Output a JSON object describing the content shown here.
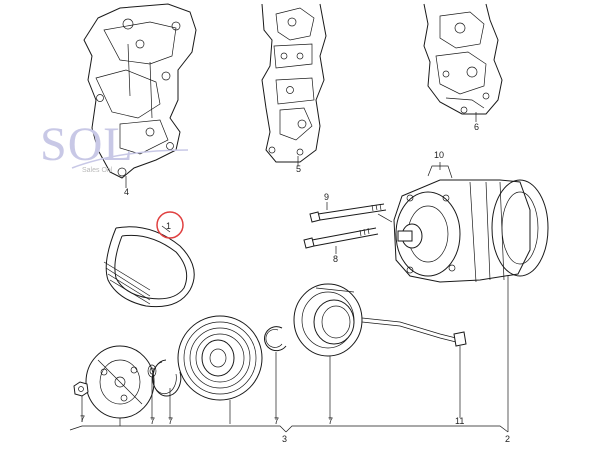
{
  "watermark": {
    "text": "SOL",
    "subtext": "Sales Onl",
    "color": "#c8c8e6"
  },
  "accent": {
    "highlight_circle_color": "#e04040"
  },
  "callouts": {
    "c1": "1",
    "c2": "2",
    "c3": "3",
    "c4": "4",
    "c5": "5",
    "c6": "6",
    "c7a": "7",
    "c7b": "7",
    "c7c": "7",
    "c7d": "7",
    "c7e": "7",
    "c8": "8",
    "c9": "9",
    "c10": "10",
    "c11": "11"
  }
}
